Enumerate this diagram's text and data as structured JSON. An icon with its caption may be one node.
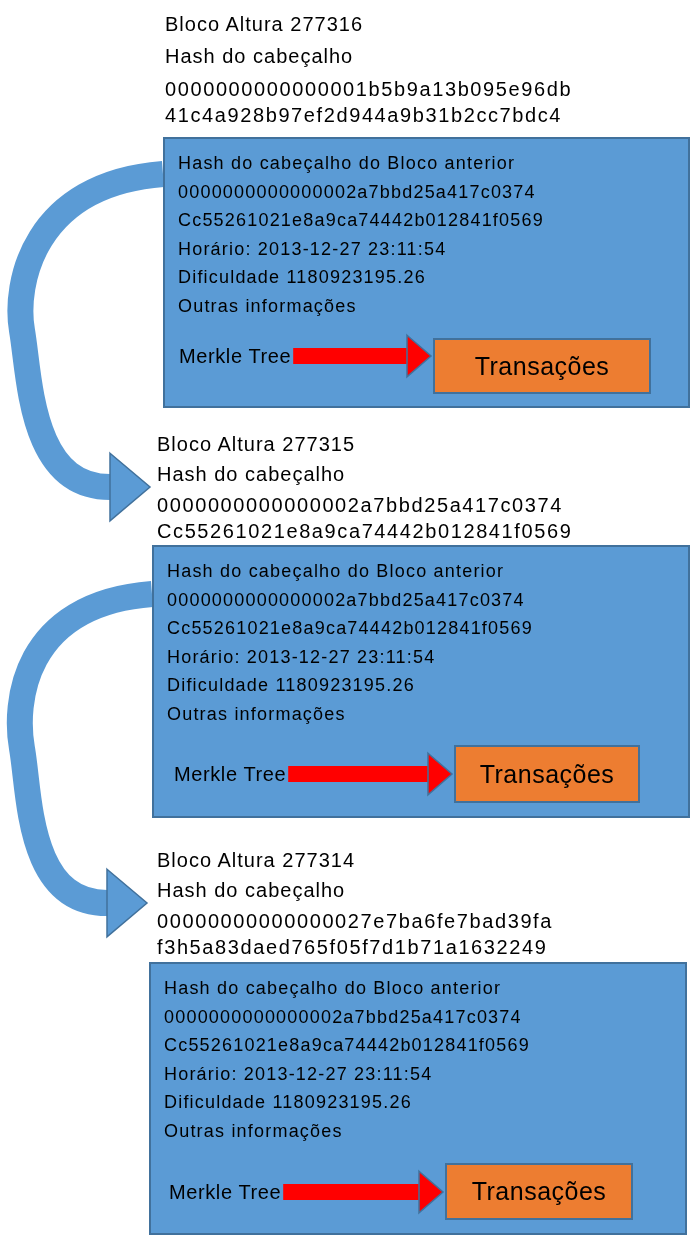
{
  "diagram": {
    "nodes": [
      {
        "text": [
          "Bloco Altura 277316",
          "Hash do cabeçalho",
          "0000000000000001b5b9a13b095e96db 41c4a928b97ef2d944a9b31b2cc7bdc4",
          "Hash do cabeçalho do Bloco anterior",
          "0000000000000002a7bbd25a417c0374",
          "Cc55261021e8a9ca74442b012841f0569",
          "Horário: 2013-12-27 23:11:54",
          "Dificuldade 1180923195.26",
          "Outras informações"
        ]
      },
      {
        "text": [
          "Merkle Tree"
        ],
        "in": 0
      },
      {
        "text": [
          "Transações"
        ],
        "in": 0
      },
      {
        "text": [
          "Bloco Altura 277315",
          "Hash do cabeçalho",
          "0000000000000002a7bbd25a417c0374 Cc55261021e8a9ca74442b012841f0569",
          "Hash do cabeçalho do Bloco anterior",
          "0000000000000002a7bbd25a417c0374",
          "Cc55261021e8a9ca74442b012841f0569",
          "Horário: 2013-12-27 23:11:54",
          "Dificuldade 1180923195.26",
          "Outras informações"
        ]
      },
      {
        "text": [
          "Merkle Tree"
        ],
        "in": 3
      },
      {
        "text": [
          "Transações"
        ],
        "in": 3
      },
      {
        "text": [
          "Bloco Altura 277314",
          "Hash do cabeçalho",
          "00000000000000027e7ba6fe7bad39fa f3h5a83daed765f05f7d1b71a1632249",
          "Hash do cabeçalho do Bloco anterior",
          "0000000000000002a7bbd25a417c0374",
          "Cc55261021e8a9ca74442b012841f0569",
          "Horário: 2013-12-27 23:11:54",
          "Dificuldade 1180923195.26",
          "Outras informações"
        ]
      },
      {
        "text": [
          "Merkle Tree"
        ],
        "in": 6
      },
      {
        "text": [
          "Transações"
        ],
        "in": 6
      }
    ],
    "edges": [
      {
        "from": 1,
        "to": 2,
        "arrow": "to"
      },
      {
        "from": 0,
        "to": 3,
        "arrow": "to",
        "color": "#5b9bd5"
      },
      {
        "from": 4,
        "to": 5,
        "arrow": "to"
      },
      {
        "from": 3,
        "to": 6,
        "arrow": "to",
        "color": "#5b9bd5"
      },
      {
        "from": 7,
        "to": 8,
        "arrow": "to"
      }
    ]
  }
}
